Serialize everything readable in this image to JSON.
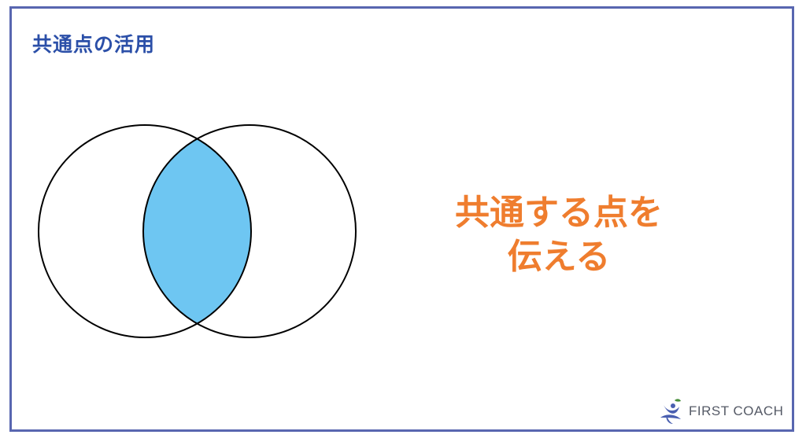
{
  "slide": {
    "title": "共通点の活用",
    "message_line1": "共通する点を",
    "message_line2": "伝える"
  },
  "logo": {
    "text": "FIRST COACH",
    "icon": "first-coach-logo-icon"
  },
  "colors": {
    "border": "#5866b0",
    "title": "#2b4fa8",
    "message": "#ef7d2e",
    "intersection": "#6ec6f2",
    "circle_stroke": "#000000"
  }
}
